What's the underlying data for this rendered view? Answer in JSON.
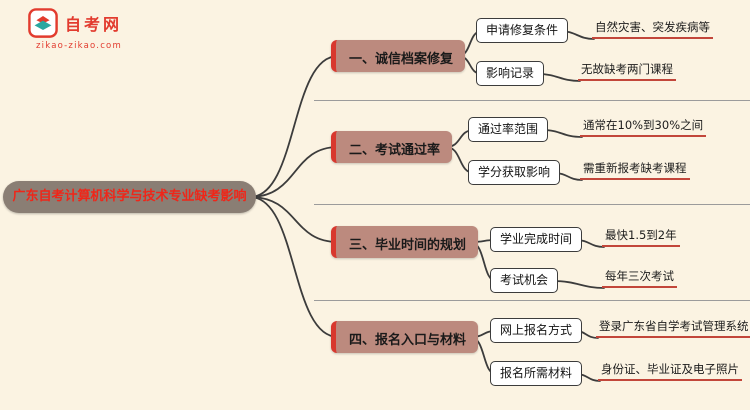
{
  "logo": {
    "title": "自考网",
    "domain": "zikao-zikao.com"
  },
  "root": {
    "label": "广东自考计算机科学与技术专业缺考影响"
  },
  "branches": [
    {
      "label": "一、诚信档案修复",
      "children": [
        {
          "label": "申请修复条件",
          "leaf": "自然灾害、突发疾病等"
        },
        {
          "label": "影响记录",
          "leaf": "无故缺考两门课程"
        }
      ]
    },
    {
      "label": "二、考试通过率",
      "children": [
        {
          "label": "通过率范围",
          "leaf": "通常在10%到30%之间"
        },
        {
          "label": "学分获取影响",
          "leaf": "需重新报考缺考课程"
        }
      ]
    },
    {
      "label": "三、毕业时间的规划",
      "children": [
        {
          "label": "学业完成时间",
          "leaf": "最快1.5到2年"
        },
        {
          "label": "考试机会",
          "leaf": "每年三次考试"
        }
      ]
    },
    {
      "label": "四、报名入口与材料",
      "children": [
        {
          "label": "网上报名方式",
          "leaf": "登录广东省自学考试管理系统"
        },
        {
          "label": "报名所需材料",
          "leaf": "身份证、毕业证及电子照片"
        }
      ]
    }
  ],
  "colors": {
    "background": "#fbf3e2",
    "brand_red": "#e23b2e",
    "root_fill": "#8a7e74",
    "root_text": "#ef2619",
    "branch_fill": "#bc8a7e",
    "branch_accent": "#d8382e",
    "connector": "#3c3c3c",
    "leaf_underline": "#c2463a",
    "logo_teal": "#2aa7a0"
  }
}
